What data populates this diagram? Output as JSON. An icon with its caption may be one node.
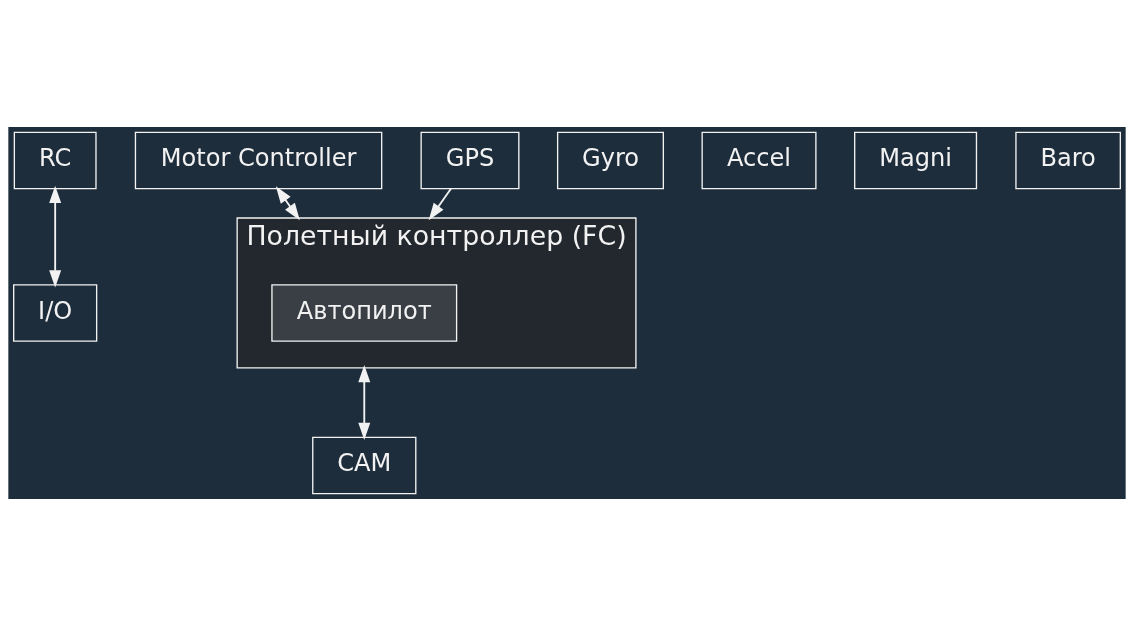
{
  "diagram": {
    "nodes": [
      {
        "text": [
          "RC"
        ]
      },
      {
        "text": [
          "Motor Controller"
        ]
      },
      {
        "text": [
          "GPS"
        ]
      },
      {
        "text": [
          "CAM"
        ]
      },
      {
        "text": [
          "I/O"
        ]
      },
      {
        "text": [
          "Полетный контроллер (FC)"
        ]
      },
      {
        "text": [
          "Автопилот"
        ],
        "in": 5
      },
      {
        "text": [
          "Gyro"
        ]
      },
      {
        "text": [
          "Accel"
        ]
      },
      {
        "text": [
          "Magni"
        ]
      },
      {
        "text": [
          "Baro"
        ]
      }
    ],
    "edges": [
      {
        "from": 0,
        "to": 4,
        "arrow": "both"
      },
      {
        "from": 1,
        "to": 5,
        "arrow": "both"
      },
      {
        "from": 2,
        "to": 5,
        "arrow": "to"
      },
      {
        "from": 5,
        "to": 3,
        "arrow": "both"
      }
    ]
  }
}
